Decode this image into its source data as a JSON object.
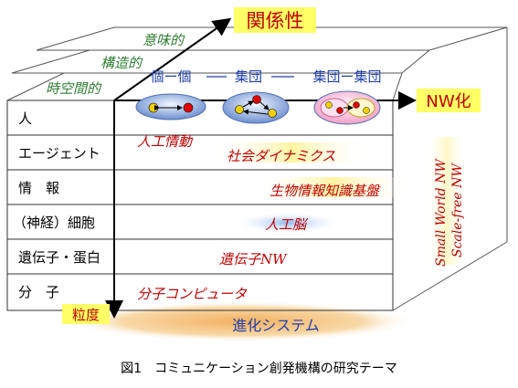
{
  "axes": {
    "top_label": "関係性",
    "right_label": "NW化",
    "bottom_label": "粒度"
  },
  "layers": {
    "semantic": "意味的",
    "structural": "構造的",
    "spatiotemporal": "時空間的"
  },
  "stages": [
    "個ー個",
    "集団",
    "集団ー集団"
  ],
  "rows": [
    "人",
    "エージェント",
    "情　報",
    "（神経）細胞",
    "遺伝子・蛋白",
    "分　子"
  ],
  "research_topics": [
    "人工情動",
    "社会ダイナミクス",
    "生物情報知識基盤",
    "人工脳",
    "遺伝子NW",
    "分子コンピュータ"
  ],
  "network_labels": [
    "Small World NW",
    "Scale-free NW"
  ],
  "base_label": "進化システム",
  "caption": "図1　コミュニケーション創発機構の研究テーマ",
  "colors": {
    "top_highlight": "#ffff66",
    "topic_text": "#c00000",
    "layer_text": "#2e7d32",
    "stage_text": "#1f3fb0",
    "base_glow": "#f5c27a",
    "base_text": "#1f3fb0",
    "node_red": "#e00000",
    "node_yellow": "#f0d000",
    "node_pink": "#ff9acb"
  }
}
